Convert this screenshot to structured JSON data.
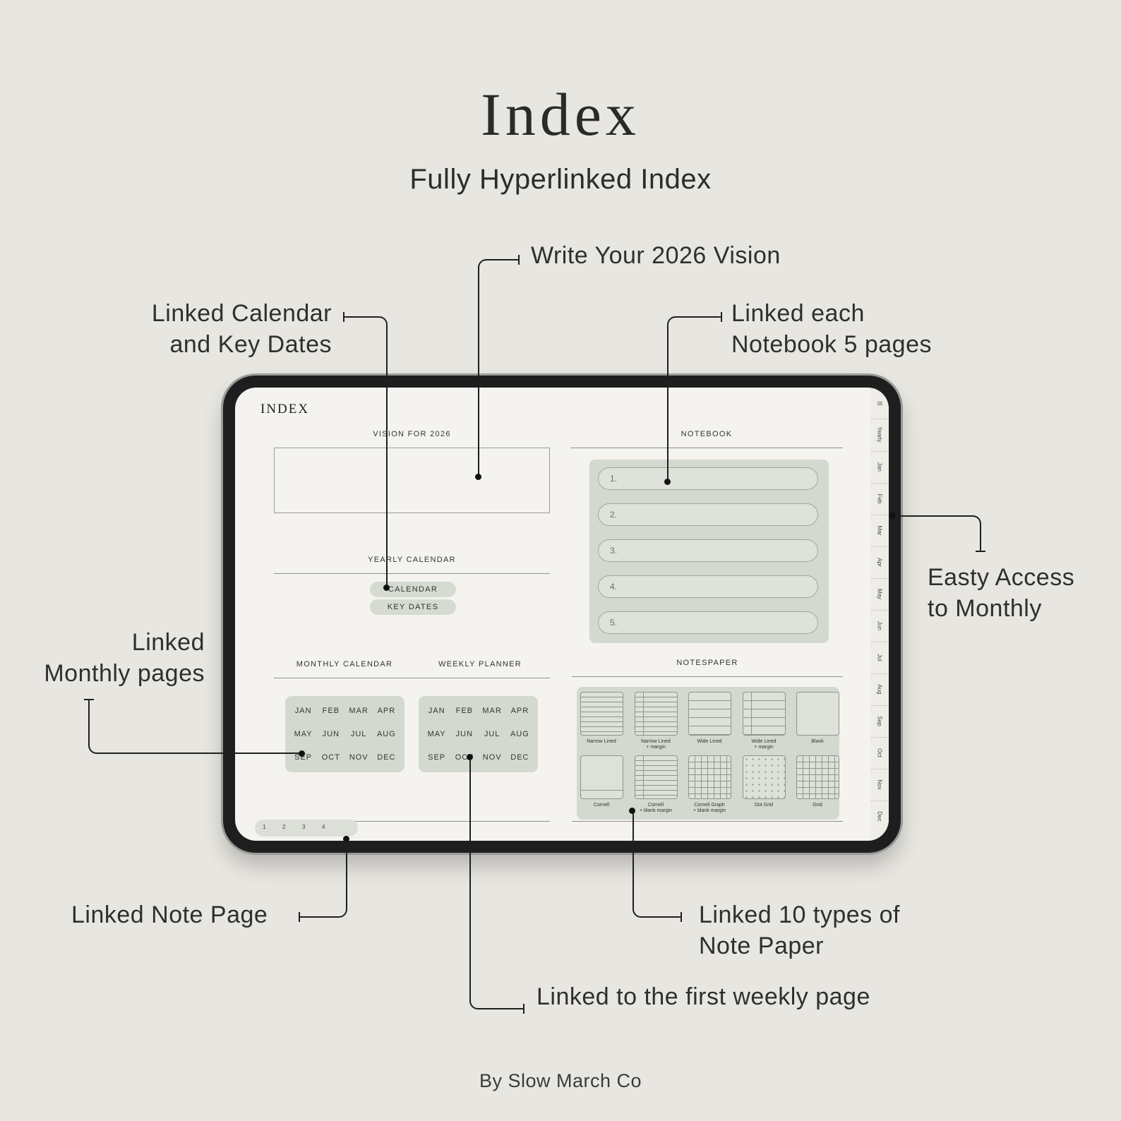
{
  "header": {
    "title": "Index",
    "subtitle": "Fully Hyperlinked Index",
    "byline": "By Slow March Co"
  },
  "callouts": {
    "vision": "Write Your 2026 Vision",
    "calendar": [
      "Linked Calendar",
      "and Key Dates"
    ],
    "notebook": [
      "Linked each",
      "Notebook 5 pages"
    ],
    "monthly_access": [
      "Easty Access",
      "to Monthly"
    ],
    "monthly_pages": [
      "Linked",
      "Monthly pages"
    ],
    "note_page": "Linked Note Page",
    "note_paper": [
      "Linked 10 types of",
      "Note Paper"
    ],
    "weekly": "Linked to the first weekly page"
  },
  "screen": {
    "index_title": "INDEX",
    "vision_label": "VISION FOR 2026",
    "notebook_label": "NOTEBOOK",
    "yearly_label": "YEARLY CALENDAR",
    "calendar_btn": "CALENDAR",
    "key_dates_btn": "KEY DATES",
    "monthly_label": "MONTHLY CALENDAR",
    "weekly_label": "WEEKLY PLANNER",
    "notespaper_label": "NOTESPAPER",
    "months": [
      "JAN",
      "FEB",
      "MAR",
      "APR",
      "MAY",
      "JUN",
      "JUL",
      "AUG",
      "SEP",
      "OCT",
      "NOV",
      "DEC"
    ],
    "notebooks": [
      "1.",
      "2.",
      "3.",
      "4.",
      "5."
    ],
    "paper_types": [
      {
        "name": "Narrow Lined",
        "sub": ""
      },
      {
        "name": "Narrow Lined",
        "sub": "+ margin"
      },
      {
        "name": "Wide Lined",
        "sub": ""
      },
      {
        "name": "Wide Lined",
        "sub": "+ margin"
      },
      {
        "name": "Blank",
        "sub": ""
      },
      {
        "name": "Cornell",
        "sub": ""
      },
      {
        "name": "Cornell",
        "sub": "+ blank margin"
      },
      {
        "name": "Cornell Graph",
        "sub": "+ blank margin"
      },
      {
        "name": "Dot Grid",
        "sub": ""
      },
      {
        "name": "Grid",
        "sub": ""
      }
    ],
    "side_tabs": [
      "☰",
      "Yearly",
      "Jan",
      "Feb",
      "Mar",
      "Apr",
      "May",
      "Jun",
      "Jul",
      "Aug",
      "Sep",
      "Oct",
      "Nov",
      "Dec"
    ],
    "note_pages": [
      "1",
      "2",
      "3",
      "4"
    ]
  }
}
